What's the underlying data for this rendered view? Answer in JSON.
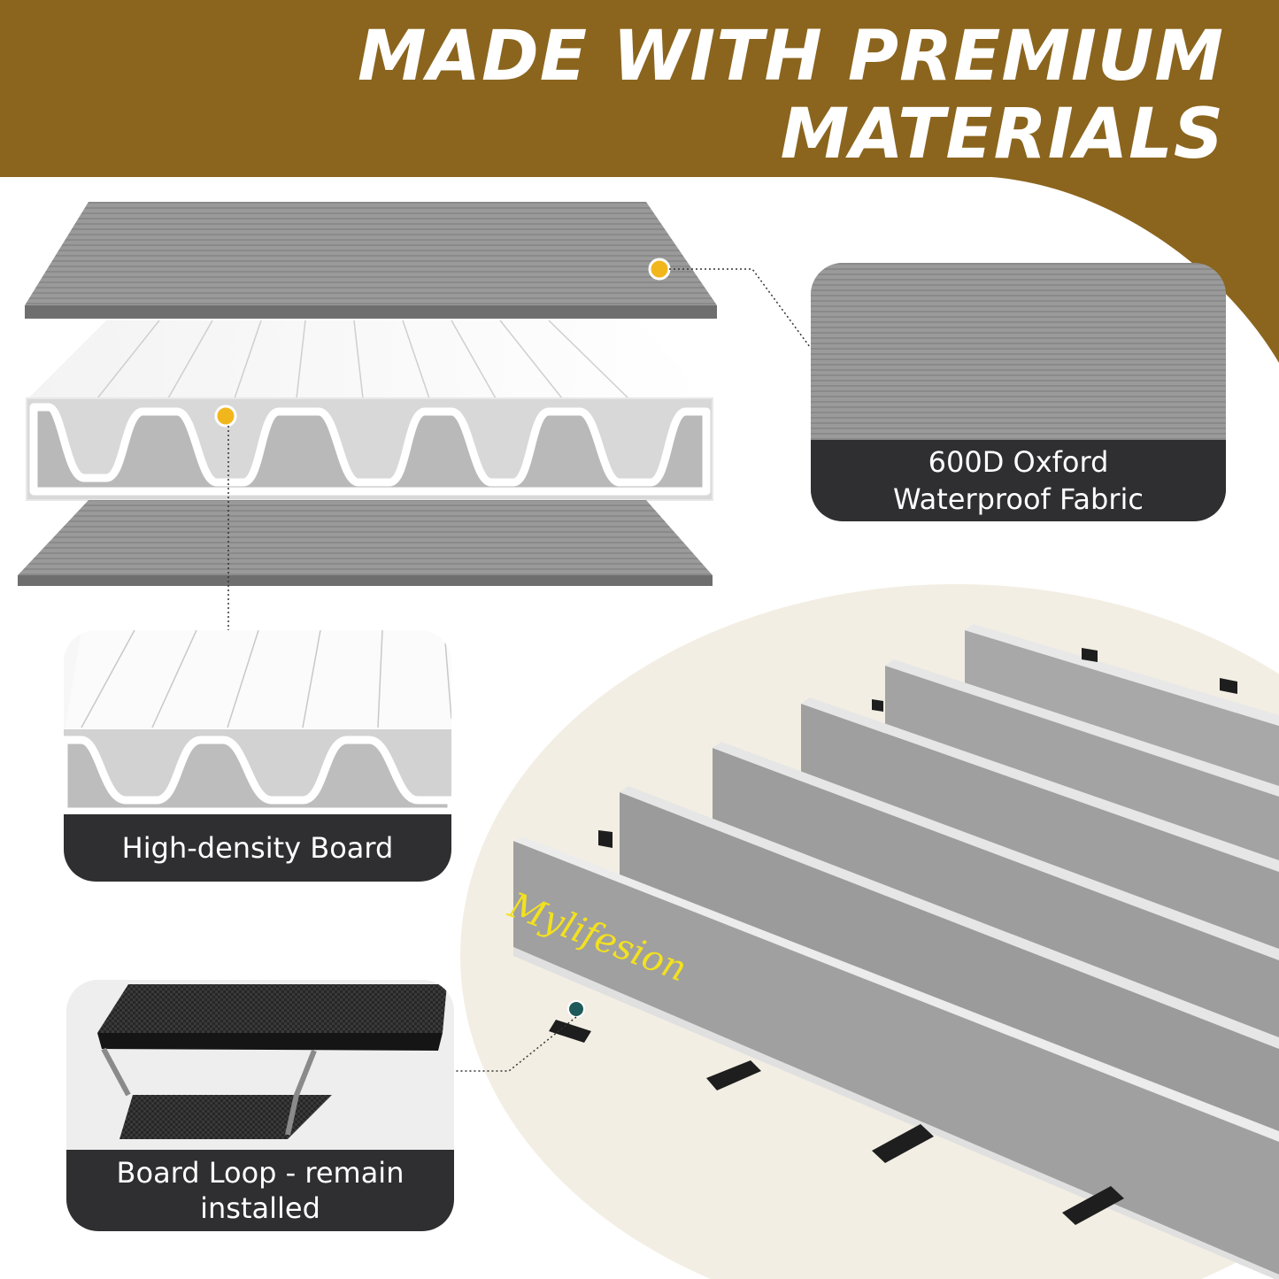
{
  "header": {
    "title_line1": "MADE WITH PREMIUM",
    "title_line2": "MATERIALS",
    "accent_color": "#8b651e"
  },
  "callouts": {
    "fabric": {
      "line1": "600D Oxford",
      "line2": "Waterproof Fabric"
    },
    "board": {
      "label": "High-density Board"
    },
    "loop": {
      "line1": "Board Loop - remain",
      "line2": "installed"
    }
  },
  "brand": {
    "logo_text": "Mylifesion"
  },
  "colors": {
    "marker_yellow": "#f2b61d",
    "marker_teal": "#1f5a5a",
    "caption_bg": "#2f2f31",
    "fabric_grey": "#9c9c9c",
    "cream": "#f3eee3"
  }
}
